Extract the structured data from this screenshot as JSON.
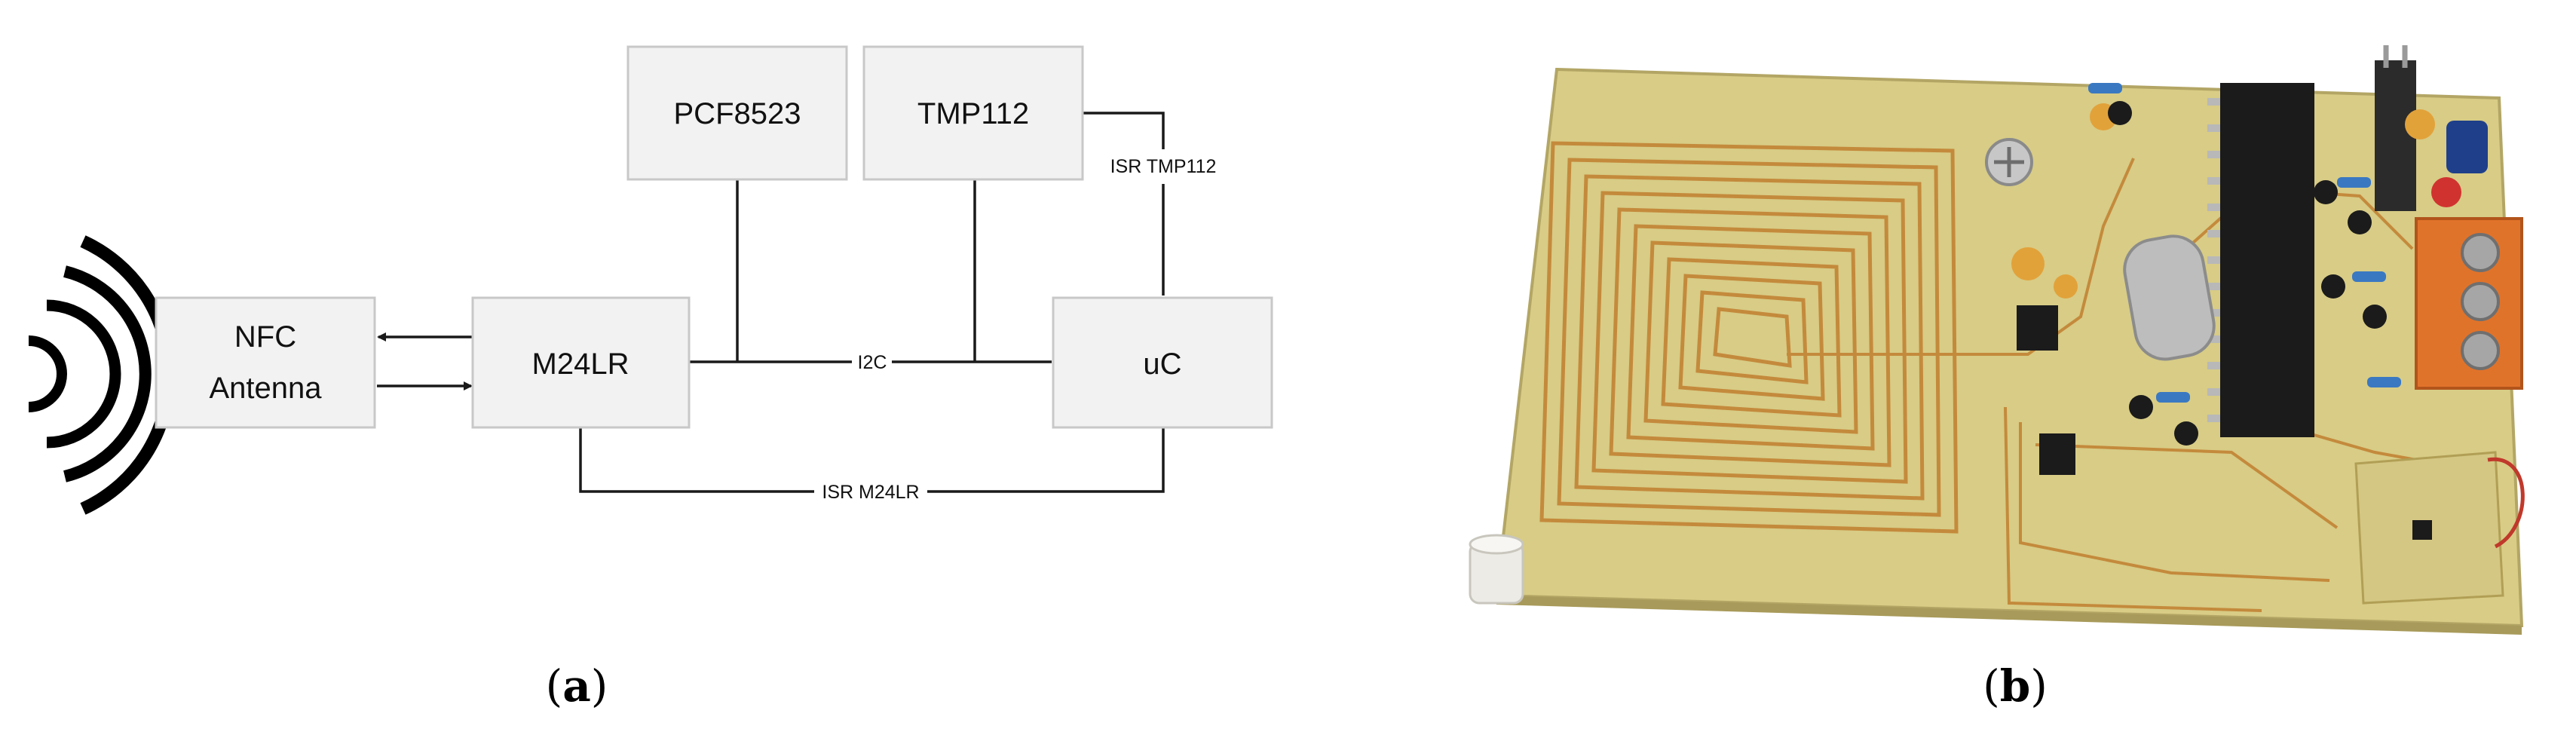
{
  "panel_a": {
    "caption_letter": "a",
    "blocks": {
      "pcf8523": "PCF8523",
      "tmp112": "TMP112",
      "nfc_line1": "NFC",
      "nfc_line2": "Antenna",
      "m24lr": "M24LR",
      "uc": "uC"
    },
    "wire_labels": {
      "i2c": "I2C",
      "isr_tmp112": "ISR TMP112",
      "isr_m24lr": "ISR M24LR"
    }
  },
  "panel_b": {
    "caption_letter": "b",
    "colors": {
      "board": "#d8cc86",
      "copper": "#c48a3c",
      "chip": "#1b1b1b",
      "terminal_block": "#e0732a"
    }
  }
}
